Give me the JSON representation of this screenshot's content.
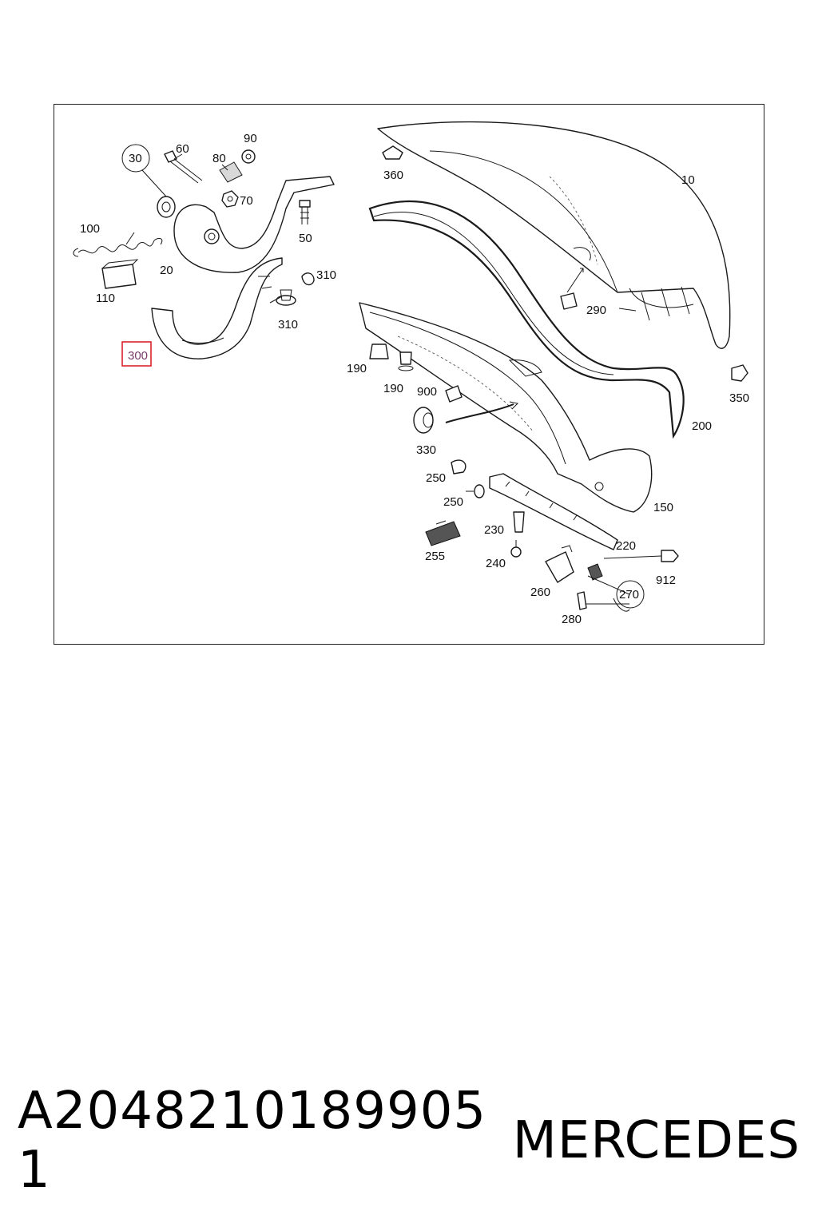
{
  "diagram": {
    "callouts": {
      "c10": "10",
      "c20": "20",
      "c30": "30",
      "c50": "50",
      "c60": "60",
      "c70": "70",
      "c80": "80",
      "c90": "90",
      "c100": "100",
      "c110": "110",
      "c150": "150",
      "c190a": "190",
      "c190b": "190",
      "c200": "200",
      "c220": "220",
      "c230": "230",
      "c240": "240",
      "c250a": "250",
      "c250b": "250",
      "c255": "255",
      "c260": "260",
      "c270": "270",
      "c280": "280",
      "c290": "290",
      "c300": "300",
      "c310a": "310",
      "c310b": "310",
      "c330": "330",
      "c350": "350",
      "c360": "360",
      "c900": "900",
      "c912": "912"
    },
    "highlight_color": "#d9242b"
  },
  "footer": {
    "part_number": "A2048210189905​1",
    "brand": "MERCEDES"
  }
}
